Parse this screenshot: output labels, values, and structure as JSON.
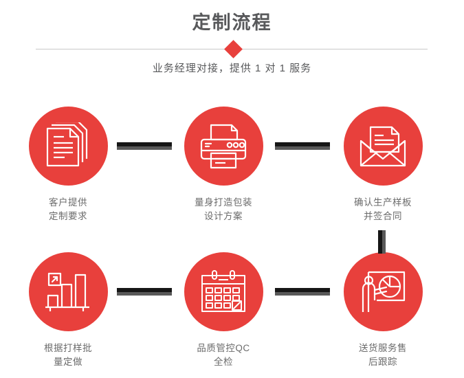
{
  "header": {
    "title": "定制流程",
    "subtitle": "业务经理对接，提供 1 对 1 服务",
    "divider_icon": "diamond-marker"
  },
  "theme": {
    "accent_red": "#e8403c",
    "title_grey": "#58595b",
    "label_grey": "#6b6b6b",
    "connector_dark": "#161616",
    "connector_grey": "#595959",
    "divider_grey": "#c9c9c9",
    "background": "#ffffff"
  },
  "steps": [
    {
      "index": "1",
      "icon": "documents-stack-icon",
      "line1": "客户提供",
      "line2": "定制要求"
    },
    {
      "index": "2",
      "icon": "printer-icon",
      "line1": "量身打造包装",
      "line2": "设计方案"
    },
    {
      "index": "3",
      "icon": "envelope-letter-icon",
      "line1": "确认生产样板",
      "line2": "并签合同"
    },
    {
      "index": "4",
      "icon": "bar-chart-growth-icon",
      "line1": "根据打样批",
      "line2": "量定做"
    },
    {
      "index": "5",
      "icon": "calendar-check-icon",
      "line1": "品质管控QC",
      "line2": "全检"
    },
    {
      "index": "6",
      "icon": "presenter-pie-chart-icon",
      "line1": "送货服务售",
      "line2": "后跟踪"
    }
  ],
  "connectors": [
    {
      "name": "connector-step1-step2",
      "orientation": "horizontal"
    },
    {
      "name": "connector-step2-step3",
      "orientation": "horizontal"
    },
    {
      "name": "connector-step3-step6",
      "orientation": "vertical"
    },
    {
      "name": "connector-step4-step5",
      "orientation": "horizontal"
    },
    {
      "name": "connector-step5-step6",
      "orientation": "horizontal"
    }
  ]
}
